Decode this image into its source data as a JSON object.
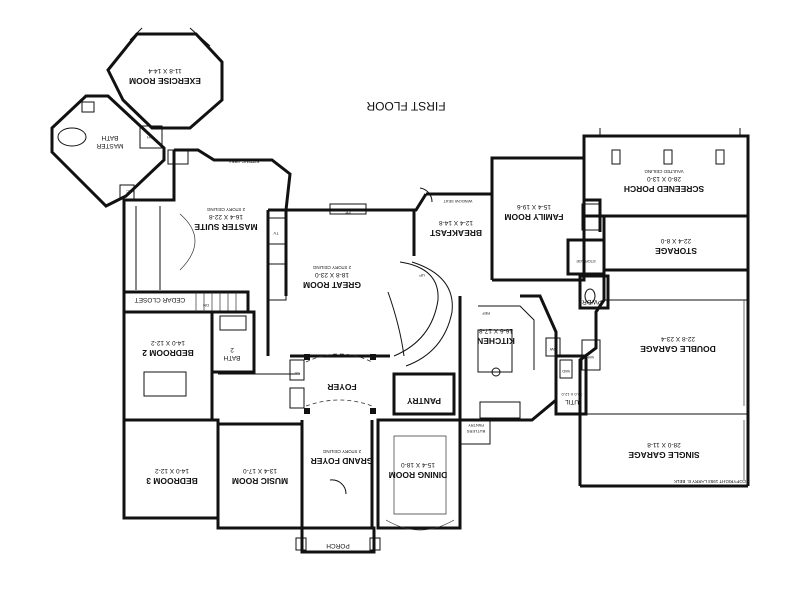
{
  "title": "FIRST FLOOR",
  "copyright": "COPYRIGHT 1993 LARRY E. BELK",
  "rooms": {
    "exercise": {
      "name": "EXERCISE ROOM",
      "dim": "11-8 X 14-4"
    },
    "master_bath": {
      "name": "MASTER",
      "name2": "BATH"
    },
    "sitting": {
      "name": "SITTING AREA"
    },
    "master_suite": {
      "name": "MASTER SUITE",
      "dim": "16-4 X 22-8",
      "note": "2 STORY CEILING"
    },
    "cedar": {
      "name": "CEDAR CLOSET"
    },
    "bedroom2": {
      "name": "BEDROOM 2",
      "dim": "14-0 X 12-2"
    },
    "bath2": {
      "name": "BATH",
      "num": "2"
    },
    "bedroom3": {
      "name": "BEDROOM 3",
      "dim": "14-0 X 12-2"
    },
    "music": {
      "name": "MUSIC ROOM",
      "dim": "13-4 X 17-0"
    },
    "great": {
      "name": "GREAT ROOM",
      "dim": "18-8 X 23-0",
      "note": "2 STORY CEILING"
    },
    "foyer": {
      "name": "FOYER"
    },
    "grand_foyer": {
      "name": "GRAND FOYER",
      "note": "2 STORY CEILING"
    },
    "porch": {
      "name": "PORCH"
    },
    "dining": {
      "name": "DINING ROOM",
      "dim": "15-4 X 18-0"
    },
    "pantry": {
      "name": "PANTRY"
    },
    "butlers": {
      "name": "BUTLERS",
      "name2": "PANTRY"
    },
    "kitchen": {
      "name": "KITCHEN",
      "dim": "16-6 X 17-8"
    },
    "breakfast": {
      "name": "BREAKFAST",
      "dim": "12-4 X 14-8"
    },
    "window_seat": {
      "name": "WINDOW SEAT"
    },
    "family": {
      "name": "FAMILY ROOM",
      "dim": "15-4 X 19-6"
    },
    "screened": {
      "name": "SCREENED PORCH",
      "dim": "28-0 X 13-0",
      "note": "VAULTED CEILING"
    },
    "storage_big": {
      "name": "STORAGE",
      "dim": "22-4 X 8-0"
    },
    "storage_small": {
      "name": "STORAGE"
    },
    "pwdr": {
      "name": "PWDR"
    },
    "double_garage": {
      "name": "DOUBLE GARAGE",
      "dim": "22-8 X 23-4"
    },
    "single_garage": {
      "name": "SINGLE GARAGE",
      "dim": "28-0 X 11-8"
    },
    "util": {
      "name": "UTIL",
      "dim": "10-0 X 12-0"
    }
  },
  "fixtures": {
    "fp": "FP",
    "wic": "WIC",
    "cl": "CL",
    "up": "UP",
    "dn": "DN",
    "ref": "REF",
    "wh": "W/H",
    "dw": "DW",
    "wd": "W/D",
    "sh": "SH",
    "tv": "TV"
  }
}
